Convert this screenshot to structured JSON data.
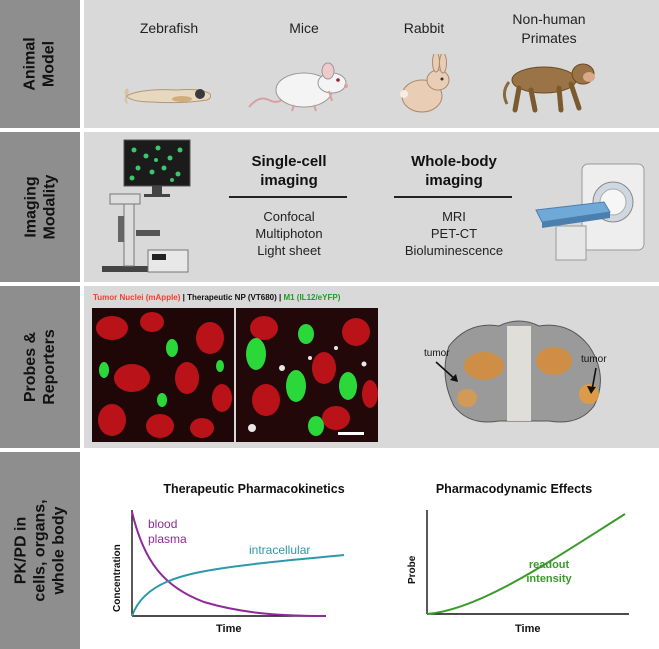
{
  "rows": {
    "animal_model": "Animal\nModel",
    "imaging_modality": "Imaging\nModality",
    "probes_reporters": "Probes &\nReporters",
    "pkpd": "PK/PD in\ncells, organs,\nwhole body"
  },
  "animals": [
    {
      "name": "Zebrafish"
    },
    {
      "name": "Mice"
    },
    {
      "name": "Rabbit"
    },
    {
      "name": "Non-human\nPrimates"
    }
  ],
  "imaging": {
    "single_cell_title": "Single-cell\nimaging",
    "single_cell_methods": [
      "Confocal",
      "Multiphoton",
      "Light sheet"
    ],
    "whole_body_title": "Whole-body\nimaging",
    "whole_body_methods": [
      "MRI",
      "PET-CT",
      "Bioluminescence"
    ]
  },
  "probes": {
    "legend_tumor": "Tumor Nuclei (mApple)",
    "legend_sep1": " | ",
    "legend_np": "Therapeutic NP (VT680)",
    "legend_sep2": " | ",
    "legend_m1": "M1 (IL12/eYFP)",
    "tumor_label_left": "tumor",
    "tumor_label_right": "tumor",
    "colors": {
      "tumor": "#ff3b30",
      "np": "#ffffff",
      "m1": "#3ddc4a"
    }
  },
  "pk_plot": {
    "title": "Therapeutic Pharmacokinetics",
    "ylabel": "Concentration",
    "xlabel": "Time",
    "blood_label": "blood\nplasma",
    "intracellular_label": "intracellular",
    "colors": {
      "blood": "#8e2a9a",
      "intracellular": "#2a9aa8"
    }
  },
  "pd_plot": {
    "title": "Pharmacodynamic Effects",
    "ylabel": "Probe",
    "xlabel": "Time",
    "readout_label": "readout\nintensity",
    "colors": {
      "readout": "#3a9a2a"
    }
  }
}
